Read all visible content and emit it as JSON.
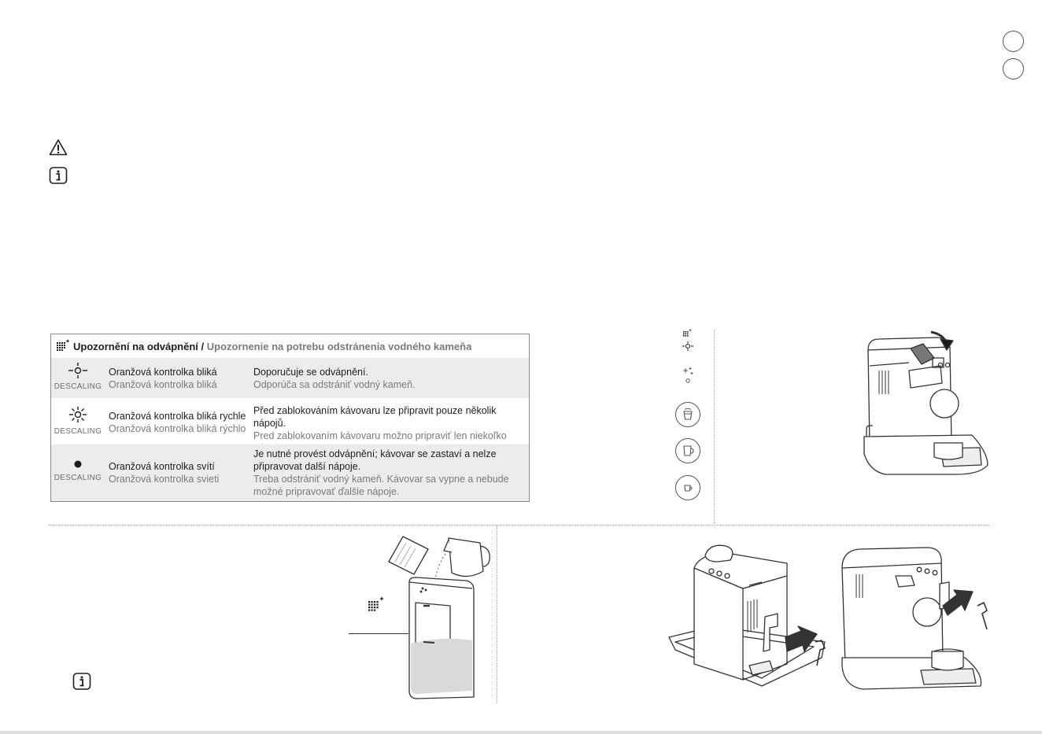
{
  "descaling_table": {
    "header_cz": "Upozornění na odvápnění / ",
    "header_sk": "Upozornenie na potrebu odstránenia vodného kameňa",
    "indicator_label": "DESCALING",
    "rows": [
      {
        "status_cz": "Oranžová kontrolka bliká",
        "status_sk": "Oranžová kontrolka bliká",
        "meaning_cz": "Doporučuje se odvápnění.",
        "meaning_sk": "Odporúča sa odstrániť vodný kameň."
      },
      {
        "status_cz": "Oranžová kontrolka bliká rychle",
        "status_sk": "Oranžová kontrolka bliká rýchlo",
        "meaning_cz": "Před zablokováním kávovaru lze připravit pouze několik nápojů.",
        "meaning_sk": "Pred zablokovaním kávovaru možno pripraviť len niekoľko nápojov."
      },
      {
        "status_cz": "Oranžová kontrolka svítí",
        "status_sk": "Oranžová kontrolka svieti",
        "meaning_cz": "Je nutné provést odvápnění; kávovar se zastaví a nelze připravovat další nápoje.",
        "meaning_sk": "Treba odstrániť vodný kameň. Kávovar sa vypne a nebude možné pripravovať ďalšie nápoje."
      }
    ]
  },
  "icons": {
    "warning": "warning-triangle-icon",
    "info": "info-icon",
    "descaling": "descaling-icon"
  }
}
